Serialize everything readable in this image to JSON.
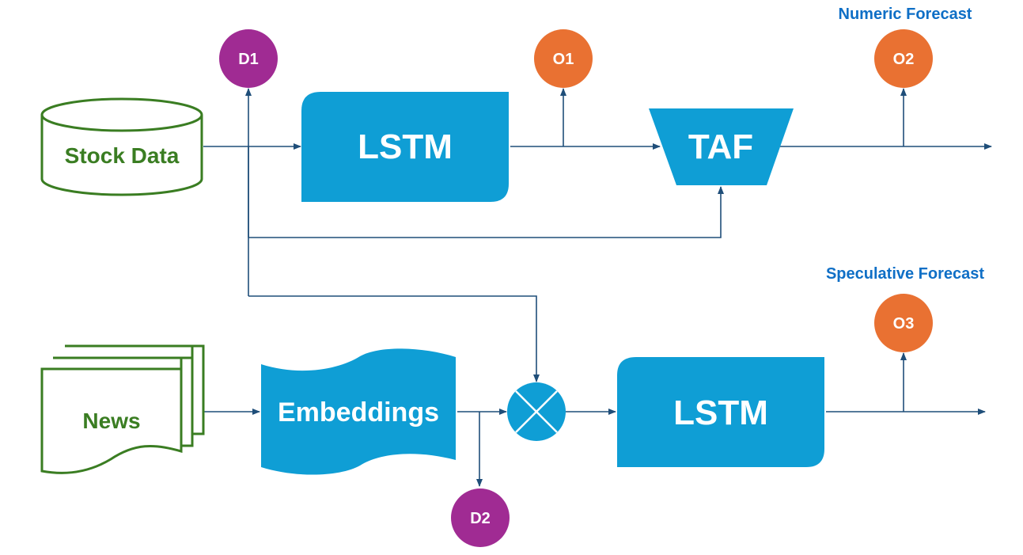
{
  "titles": {
    "numeric": "Numeric Forecast",
    "speculative": "Speculative Forecast"
  },
  "nodes": {
    "stock_data": "Stock Data",
    "news": "News",
    "lstm_top": "LSTM",
    "lstm_bottom": "LSTM",
    "taf": "TAF",
    "embeddings": "Embeddings"
  },
  "markers": {
    "d1": "D1",
    "d2": "D2",
    "o1": "O1",
    "o2": "O2",
    "o3": "O3"
  },
  "colors": {
    "process_blue": "#0f9ed5",
    "title_blue": "#0f6fc6",
    "data_green": "#3a7d22",
    "marker_purple": "#a02b93",
    "marker_orange": "#e97132",
    "connector": "#1f4e79"
  }
}
